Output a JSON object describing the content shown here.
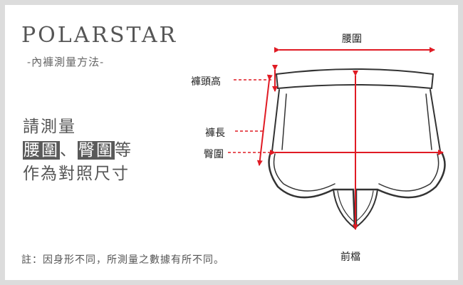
{
  "brand": "POLARSTAR",
  "subtitle": "-內褲測量方法-",
  "instructions": {
    "line1": "請測量",
    "waist": "腰圍",
    "sep": "、",
    "hip": "臀圍",
    "suffix": "等",
    "line3": "作為對照尺寸"
  },
  "note": "註：因身形不同，所測量之數據有所不同。",
  "labels": {
    "waist": "腰圍",
    "rise": "褲頭高",
    "length": "褲長",
    "hip": "臀圍",
    "front": "前檔"
  },
  "colors": {
    "arrow": "#e01b24",
    "text": "#555555",
    "highlight_bg": "#5a5a5a",
    "border": "#dcdcdc"
  }
}
